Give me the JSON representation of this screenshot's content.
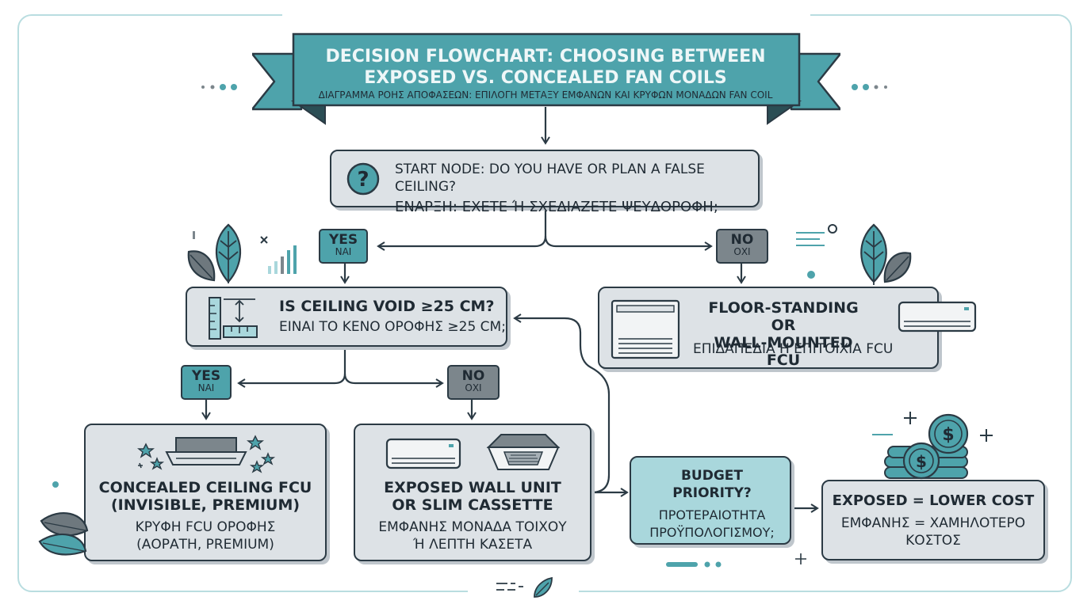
{
  "banner": {
    "title_line1": "DECISION FLOWCHART: CHOOSING BETWEEN",
    "title_line2": "EXPOSED VS. CONCEALED FAN COILS",
    "subtitle": "ΔΙΑΓΡΑΜΜΑ ΡΟΗΣ ΑΠΟΦΑΣΕΩΝ: ΕΠΙΛΟΓΗ ΜΕΤΑΞΥ ΕΜΦΑΝΩΝ ΚΑΙ ΚΡΥΦΩΝ ΜΟΝΑΔΩΝ FAN COIL"
  },
  "start": {
    "icon_glyph": "?",
    "line_en": "START NODE: DO YOU HAVE OR PLAN A FALSE CEILING?",
    "line_gr": "ΕΝΑΡΞΗ: ΕΧΕΤΕ Ή ΣΧΕΔΙΑΖΕΤΕ ΨΕΥΔΟΡΟΦΗ;"
  },
  "tags": {
    "yes1": {
      "en": "YES",
      "gr": "ΝΑΙ"
    },
    "no1": {
      "en": "NO",
      "gr": "ΟΧΙ"
    },
    "yes2": {
      "en": "YES",
      "gr": "ΝΑΙ"
    },
    "no2": {
      "en": "NO",
      "gr": "ΟΧΙ"
    }
  },
  "void_check": {
    "line_en": "IS CEILING VOID ≥25 CM?",
    "line_gr": "ΕΙΝΑΙ ΤΟ ΚΕΝΟ ΟΡΟΦΗΣ ≥25 CM;"
  },
  "floor_unit": {
    "line_en1": "FLOOR-STANDING OR",
    "line_en2": "WALL-MOUNTED FCU",
    "line_gr": "ΕΠΙΔΑΠΕΔΙΑ Η ΕΠΙΤΟΙΧΙΑ FCU"
  },
  "concealed": {
    "line_en1": "CONCEALED CEILING FCU",
    "line_en2": "(INVISIBLE, PREMIUM)",
    "line_gr1": "ΚΡΥΦΗ FCU ΟΡΟΦΗΣ",
    "line_gr2": "(ΑΟΡΑΤΗ, PREMIUM)"
  },
  "exposed": {
    "line_en1": "EXPOSED WALL UNIT",
    "line_en2": "OR SLIM CASSETTE",
    "line_gr1": "ΕΜΦΑΝΗΣ ΜΟΝΑΔΑ ΤΟΙΧΟΥ",
    "line_gr2": "Ή ΛΕΠΤΗ ΚΑΣΕΤΑ"
  },
  "budget": {
    "line_en1": "BUDGET",
    "line_en2": "PRIORITY?",
    "line_gr1": "ΠΡΟΤΕΡΑΙΟΤΗΤΑ",
    "line_gr2": "ΠΡΟΫΠΟΛΟΓΙΣΜΟΥ;"
  },
  "result": {
    "line_en": "EXPOSED = LOWER COST",
    "line_gr1": "ΕΜΦΑΝΗΣ = ΧΑΜΗΛΟΤΕΡΟ",
    "line_gr2": "ΚΟΣΤΟΣ"
  },
  "icons": {
    "dollar_glyph": "$",
    "names": [
      "question-icon",
      "ruler-icon",
      "leaf-icon",
      "chart-icon",
      "wall-unit-icon",
      "cassette-icon",
      "coin-stack-icon",
      "floor-unit-icon",
      "sparkle-icon"
    ]
  },
  "colors": {
    "teal": "#4ea3ab",
    "teal_light": "#a9d7dc",
    "gray_node": "#dde2e6",
    "gray_tag": "#7c868c",
    "outline": "#2b3a44"
  }
}
